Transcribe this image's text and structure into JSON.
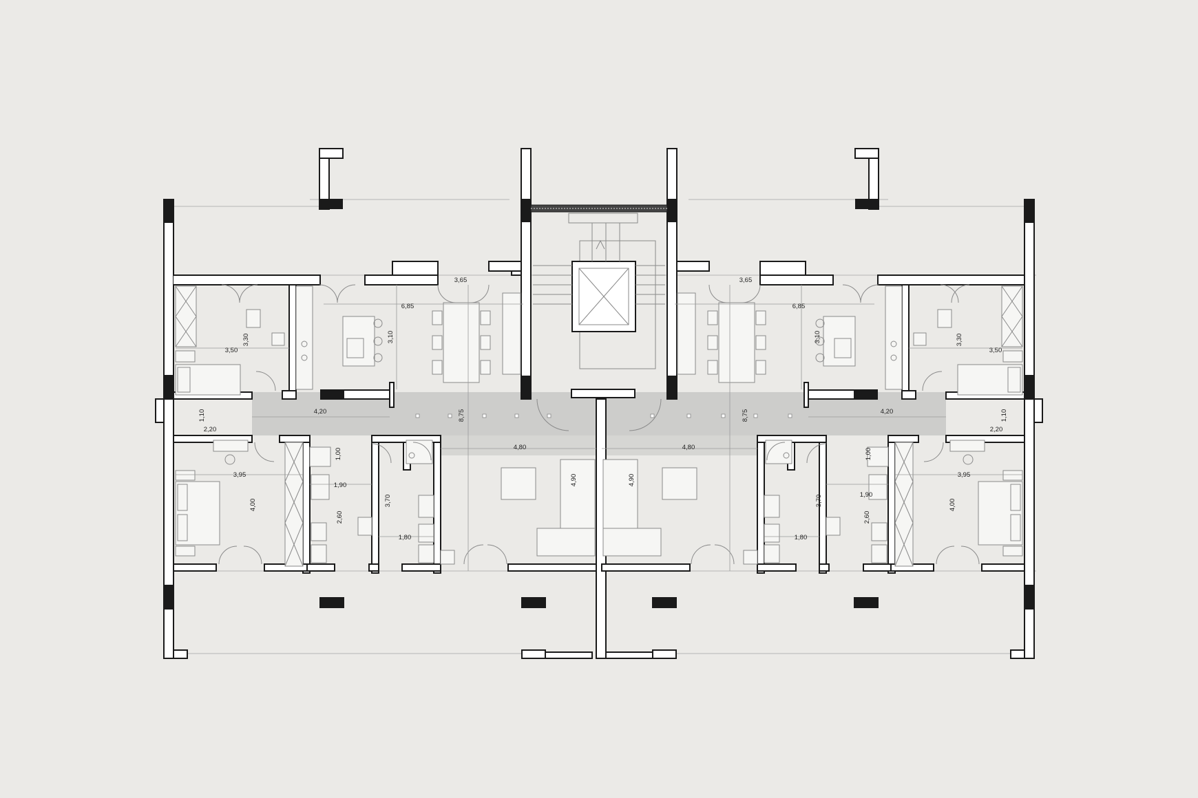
{
  "plan": {
    "dimensions": {
      "left": {
        "kitchen_width": "3,65",
        "living_depth": "6,85",
        "kitchen_depth": "3,10",
        "bedroom_top_w": "3,50",
        "bedroom_top_d": "3,30",
        "corridor_length": "4,20",
        "hall_w": "1,10",
        "hall_l": "2,20",
        "corridor_span": "8,75",
        "living_width": "4,80",
        "bath_d1": "1,00",
        "bath_w": "1,90",
        "bath_d2": "2,60",
        "bath2_d": "3,70",
        "bath2_w": "1,80",
        "bedroom_w": "3,95",
        "bedroom_d": "4,00",
        "living_d": "4,90"
      },
      "right": {
        "kitchen_width": "3,65",
        "living_depth": "6,85",
        "kitchen_depth": "3,10",
        "bedroom_top_w": "3,50",
        "bedroom_top_d": "3,30",
        "corridor_length": "4,20",
        "hall_w": "1,10",
        "hall_l": "2,20",
        "corridor_span": "8,75",
        "living_width": "4,80",
        "bath_d1": "1,00",
        "bath_w": "1,90",
        "bath_d2": "2,60",
        "bath2_d": "3,70",
        "bath2_w": "1,80",
        "bedroom_w": "3,95",
        "bedroom_d": "4,00",
        "living_d": "4,90"
      }
    }
  }
}
